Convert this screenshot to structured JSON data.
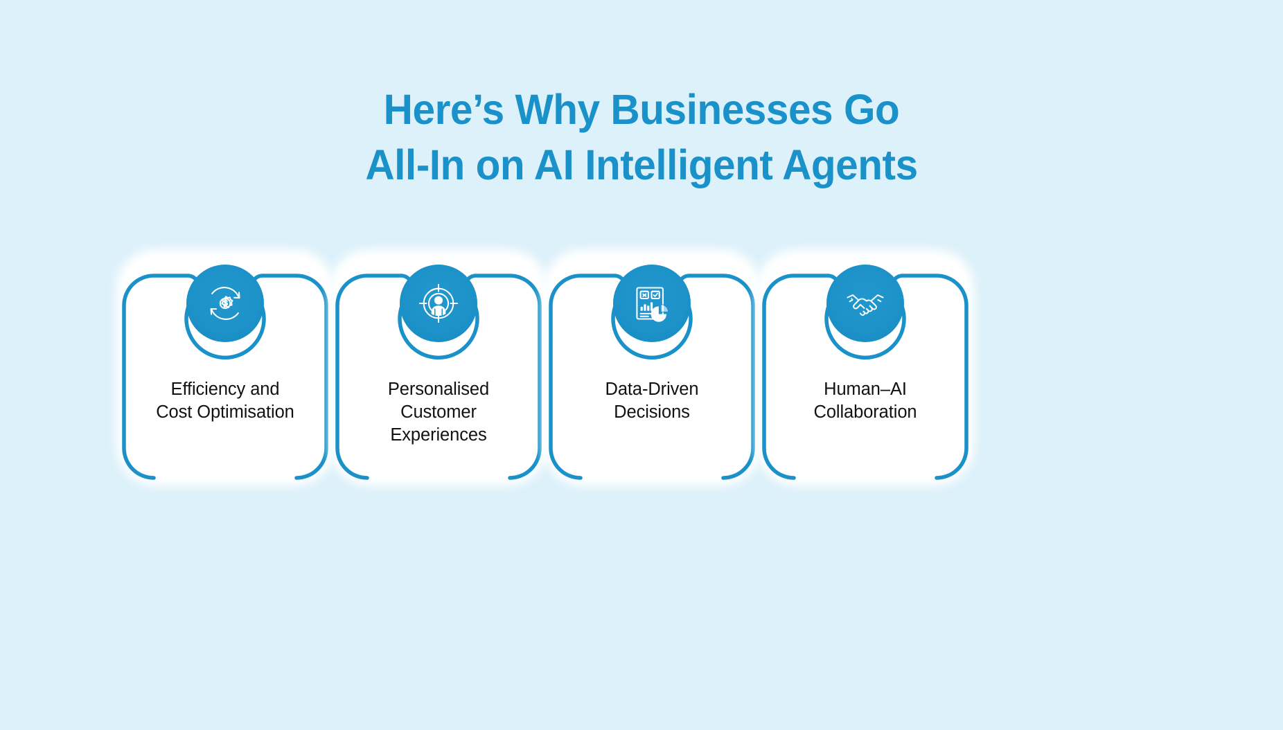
{
  "page": {
    "background_color": "#ddf1fa",
    "accent_color": "#1a92c9",
    "card_fill_color": "#ffffff",
    "label_color": "#111111"
  },
  "title": {
    "line1": "Here’s Why Businesses Go",
    "line2": "All-In on AI Intelligent Agents"
  },
  "cards": [
    {
      "icon_name": "gear-dollar-cycle-icon",
      "label_lines": [
        "Efficiency and",
        "Cost Optimisation"
      ],
      "label_full": "Efficiency and Cost Optimisation"
    },
    {
      "icon_name": "person-target-icon",
      "label_lines": [
        "Personalised",
        "Customer",
        "Experiences"
      ],
      "label_full": "Personalised Customer Experiences"
    },
    {
      "icon_name": "report-analytics-icon",
      "label_lines": [
        "Data-Driven",
        "Decisions"
      ],
      "label_full": "Data-Driven Decisions"
    },
    {
      "icon_name": "handshake-icon",
      "label_lines": [
        "Human–AI",
        "Collaboration"
      ],
      "label_full": "Human–AI Collaboration"
    }
  ]
}
